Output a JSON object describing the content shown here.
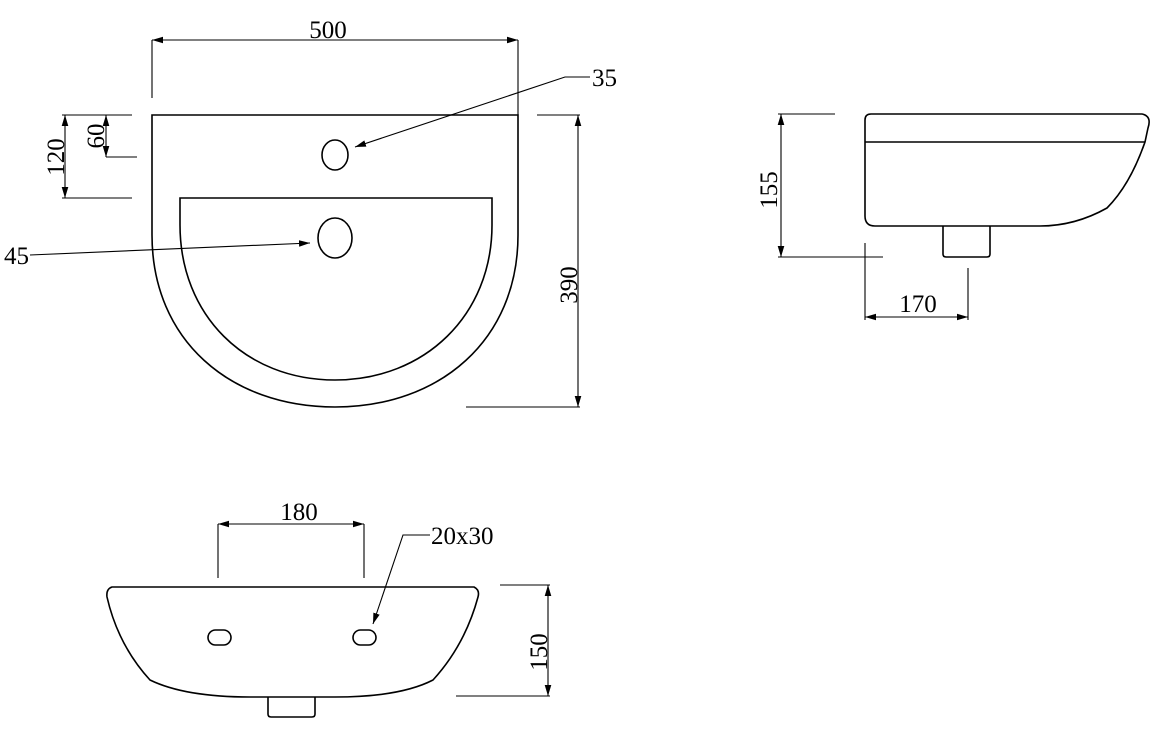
{
  "top_view": {
    "width": "500",
    "depth": "390",
    "tap_hole_diameter": "35",
    "waste_diameter": "45",
    "tap_hole_offset": "60",
    "rim_depth": "120"
  },
  "side_view": {
    "height": "155",
    "waste_offset": "170"
  },
  "front_view": {
    "fixing_centres": "180",
    "fixing_slot": "20x30",
    "height": "150"
  }
}
